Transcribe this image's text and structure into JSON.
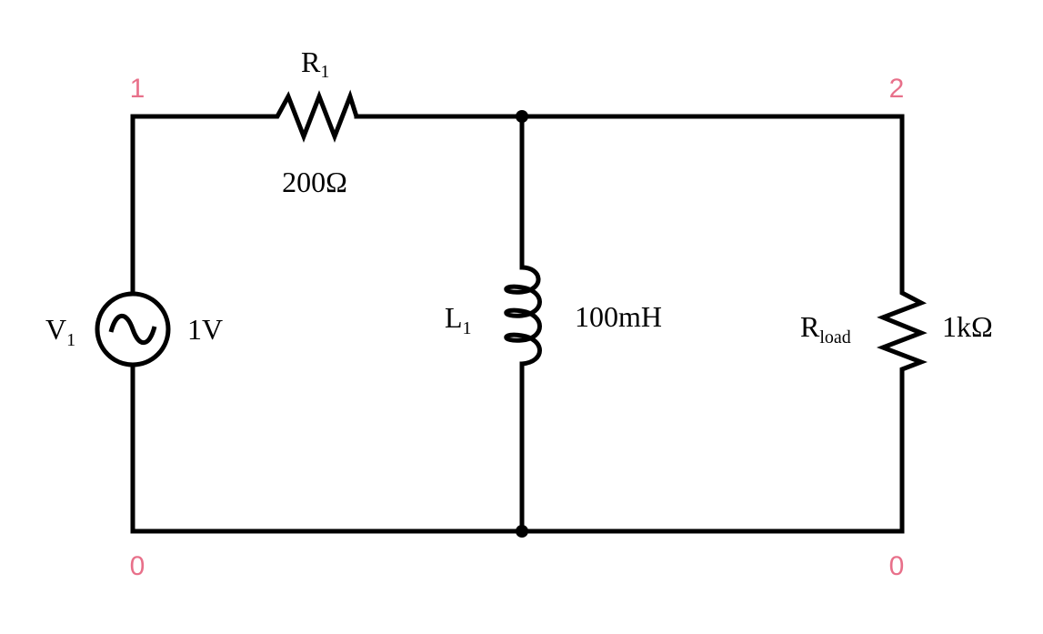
{
  "colors": {
    "wire": "#000000",
    "node_label": "#e8708a",
    "background": "#ffffff"
  },
  "nodes": {
    "top_left": "1",
    "top_right": "2",
    "bottom_left": "0",
    "bottom_right": "0"
  },
  "source": {
    "name": "V",
    "subscript": "1",
    "value": "1V",
    "symbol": "ac-sine-icon"
  },
  "r1": {
    "name": "R",
    "subscript": "1",
    "value": "200Ω"
  },
  "inductor": {
    "name": "L",
    "subscript": "1",
    "value": "100mH"
  },
  "rload": {
    "name": "R",
    "subscript": "load",
    "value": "1kΩ"
  }
}
